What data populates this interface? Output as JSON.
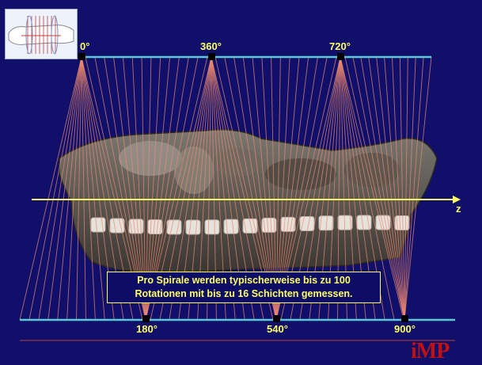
{
  "angles_top": [
    "0°",
    "360°",
    "720°"
  ],
  "angles_bottom": [
    "180°",
    "540°",
    "900°"
  ],
  "axis_label": "z",
  "caption_lines": [
    "Pro Spirale werden typischerweise bis zu 100",
    "Rotationen mit bis zu 16 Schichten gemessen."
  ],
  "logo": "iMP",
  "colors": {
    "background": "#10106a",
    "detector_line": "#5fc6d8",
    "ray": "#f08a70",
    "axis": "#ffff66",
    "text": "#ffff66",
    "logo": "#c01010"
  }
}
